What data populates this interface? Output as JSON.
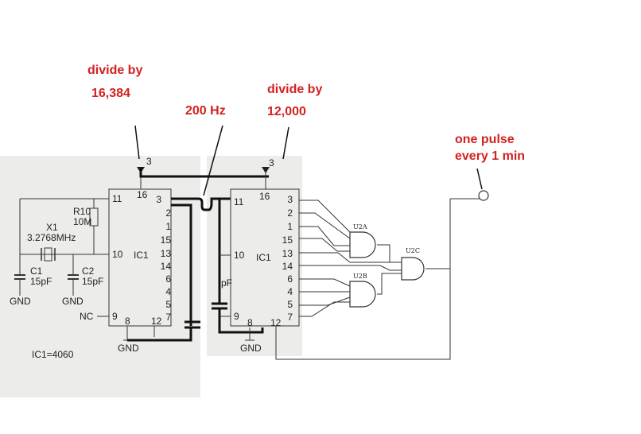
{
  "annotations": {
    "divide1": "divide by",
    "divide1_value": "16,384",
    "freq": "200 Hz",
    "divide2": "divide by",
    "divide2_value": "12,000",
    "output_line1": "one pulse",
    "output_line2": "every 1 min"
  },
  "left_ic": {
    "label": "IC1",
    "left_pins": [
      "11",
      "10",
      "9"
    ],
    "top_pins": [
      "16"
    ],
    "bottom_pins": [
      "8",
      "12"
    ],
    "right_pins": [
      "3",
      "2",
      "1",
      "15",
      "13",
      "14",
      "6",
      "4",
      "5",
      "7"
    ],
    "vcc_pin": "3",
    "nc_label": "NC",
    "r10": "R10",
    "r10_value": "10M",
    "x1": "X1",
    "x1_value": "3.2768MHz",
    "c1": "C1",
    "c1_value": "15pF",
    "c2": "C2",
    "c2_value": "15pF",
    "gnd1": "GND",
    "gnd2": "GND",
    "gnd3": "GND",
    "footnote": "IC1=4060"
  },
  "right_ic": {
    "label": "IC1",
    "left_pins": [
      "11",
      "10",
      "9"
    ],
    "top_pins": [
      "16"
    ],
    "bottom_pins": [
      "8",
      "12"
    ],
    "right_pins": [
      "3",
      "2",
      "1",
      "15",
      "13",
      "14",
      "6",
      "4",
      "5",
      "7"
    ],
    "vcc_pin": "3",
    "cap_partial": "pF",
    "gnd": "GND"
  },
  "gates": {
    "u2a": "U2A",
    "u2b": "U2B",
    "u2c": "U2C"
  },
  "colors": {
    "annotation": "#d42020",
    "scan_bg": "#ececea",
    "ink": "#222222"
  }
}
